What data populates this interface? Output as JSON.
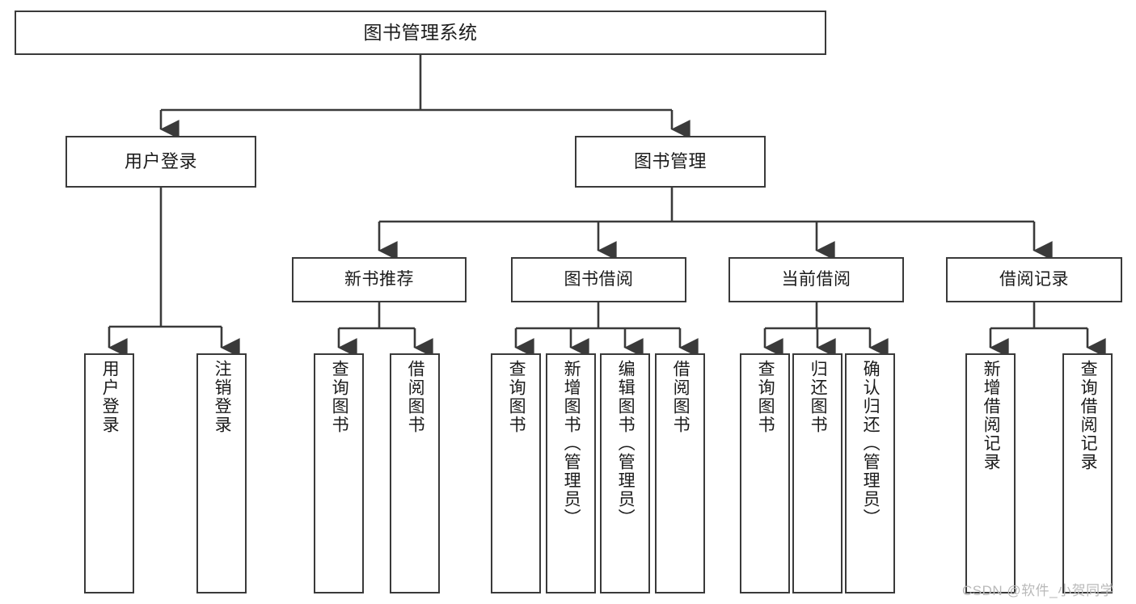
{
  "diagram": {
    "title": "图书管理系统",
    "type": "tree-hierarchy",
    "background_color": "#ffffff",
    "box_border_color": "#3a3a3a",
    "edge_color": "#3a3a3a"
  },
  "nodes": {
    "root": {
      "label": "图书管理系统"
    },
    "level1": [
      {
        "label": "用户登录"
      },
      {
        "label": "图书管理"
      }
    ],
    "level2": [
      {
        "label": "新书推荐"
      },
      {
        "label": "图书借阅"
      },
      {
        "label": "当前借阅"
      },
      {
        "label": "借阅记录"
      }
    ],
    "leaves": [
      {
        "label": "用户登录"
      },
      {
        "label": "注销登录"
      },
      {
        "label": "查询图书"
      },
      {
        "label": "借阅图书"
      },
      {
        "label": "查询图书"
      },
      {
        "label": "新增图书（管理员）"
      },
      {
        "label": "编辑图书（管理员）"
      },
      {
        "label": "借阅图书"
      },
      {
        "label": "查询图书"
      },
      {
        "label": "归还图书"
      },
      {
        "label": "确认归还（管理员）"
      },
      {
        "label": "新增借阅记录"
      },
      {
        "label": "查询借阅记录"
      }
    ]
  },
  "watermark": {
    "text": "CSDN @软件_小贺同学"
  }
}
